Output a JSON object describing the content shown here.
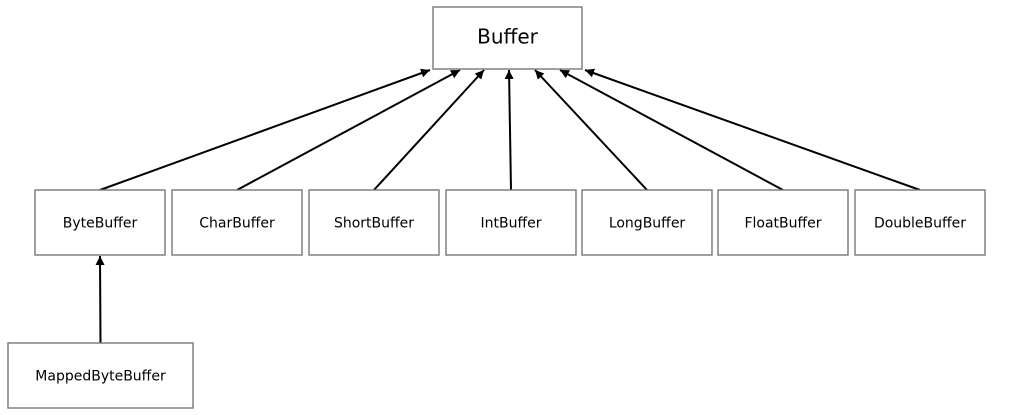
{
  "diagram": {
    "nodes": [
      {
        "id": "buffer",
        "label": "Buffer"
      },
      {
        "id": "byte",
        "label": "ByteBuffer"
      },
      {
        "id": "char",
        "label": "CharBuffer"
      },
      {
        "id": "short",
        "label": "ShortBuffer"
      },
      {
        "id": "int",
        "label": "IntBuffer"
      },
      {
        "id": "long",
        "label": "LongBuffer"
      },
      {
        "id": "float",
        "label": "FloatBuffer"
      },
      {
        "id": "double",
        "label": "DoubleBuffer"
      },
      {
        "id": "mapped",
        "label": "MappedByteBuffer"
      }
    ],
    "edges": [
      {
        "from": "byte",
        "to": "buffer"
      },
      {
        "from": "char",
        "to": "buffer"
      },
      {
        "from": "short",
        "to": "buffer"
      },
      {
        "from": "int",
        "to": "buffer"
      },
      {
        "from": "long",
        "to": "buffer"
      },
      {
        "from": "float",
        "to": "buffer"
      },
      {
        "from": "double",
        "to": "buffer"
      },
      {
        "from": "mapped",
        "to": "byte"
      }
    ],
    "colors": {
      "box_border": "#777777",
      "line": "#000000",
      "text": "#000000",
      "background": "#ffffff"
    }
  }
}
